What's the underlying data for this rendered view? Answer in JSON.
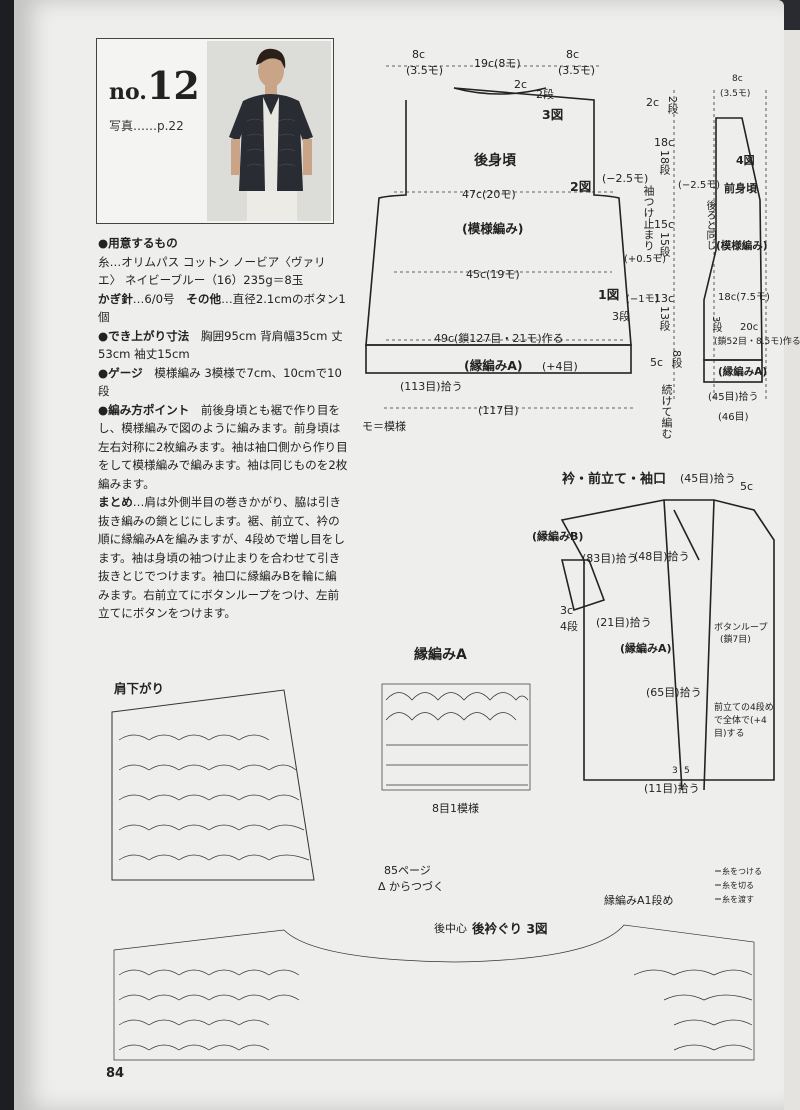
{
  "header": {
    "no_prefix": "no.",
    "no_number": "12",
    "photo_ref": "写真……p.22"
  },
  "materials": {
    "heading": "●用意するもの",
    "yarn": "糸…オリムパス コットン ノービア〈ヴァリエ〉 ネイビーブルー（16）235g＝8玉",
    "hook_label": "かぎ針",
    "hook_value": "…6/0号",
    "other_label": "その他",
    "other_value": "…直径2.1cmのボタン1個"
  },
  "size": {
    "heading": "●でき上がり寸法",
    "value": "胸囲95cm 背肩幅35cm 丈53cm 袖丈15cm"
  },
  "gauge": {
    "heading": "●ゲージ",
    "value": "模様編み 3模様で7cm、10cmで10段"
  },
  "points": {
    "heading": "●編み方ポイント",
    "value": "前後身頃とも裾で作り目をし、模様編みで図のように編みます。前身頃は左右対称に2枚編みます。袖は袖口側から作り目をして模様編みで編みます。袖は同じものを2枚編みます。",
    "matome_label": "まとめ",
    "matome_value": "…肩は外側半目の巻きかがり、脇は引き抜き編みの鎖とじにします。裾、前立て、衿の順に縁編みAを編みますが、4段めで増し目をします。袖は身頃の袖つけ止まりを合わせて引き抜きとじでつけます。袖口に縁編みBを輪に編みます。右前立てにボタンループをつけ、左前立てにボタンをつけます。"
  },
  "back": {
    "title": "後身頃",
    "shoulder_left": "8c",
    "shoulder_left_sub": "(3.5モ)",
    "neck": "19c(8モ)",
    "shoulder_right": "8c",
    "shoulder_right_sub": "(3.5モ)",
    "neck_depth": "2c",
    "neck_rows": "2段",
    "fig3": "3図",
    "fig2": "2図",
    "fig1": "1図",
    "width_top": "47c(20モ)",
    "pattern": "(模様編み)",
    "width_mid": "45c(19モ)",
    "bottom": "49c(鎖127目・21モ)作る",
    "border": "(縁編みA)",
    "border_inc": "(+4目)",
    "pick_113": "(113目)拾う",
    "total_117": "(117目)",
    "legend": "モ＝模様",
    "dec_25": "(−2.5モ)",
    "sleeve_stop": "袖つけ止まり",
    "inc_05": "(+0.5モ)",
    "dec_1": "(−1モ)",
    "rows_3": "3段"
  },
  "side": {
    "h18": "18c",
    "r18": "18段",
    "h15": "15c",
    "r15": "15段",
    "h13": "13c",
    "r13": "13段",
    "h5": "5c",
    "r8": "8段",
    "r2": "2段",
    "cont": "続けて編む",
    "c2": "2c"
  },
  "front": {
    "title": "前身頃",
    "fig4": "4図",
    "pattern": "(模様編み)",
    "top": "8c",
    "top_sub": "(3.5モ)",
    "w18": "18c(7.5モ)",
    "w20": "20c",
    "w20_sub": "(鎖52目・8.5モ)作る",
    "border": "(縁編みA)",
    "pick45": "(45目)拾う",
    "t46": "(46目)",
    "sym": "後ろと同じ",
    "dec25": "(−2.5モ)",
    "rows3": "3段"
  },
  "collar": {
    "title": "衿・前立て・袖口",
    "pick45": "(45目)拾う",
    "c5": "5c",
    "borderB": "(縁編みB)",
    "pick83": "(83目)拾う",
    "pick48": "(48目)拾う",
    "c3": "3c",
    "r4": "4段",
    "pick21": "(21目)拾う",
    "borderA": "(縁編みA)",
    "loop": "ボタンループ",
    "loop_sub": "(鎖7目)",
    "pick65": "(65目)拾う",
    "inc_note": "前立ての4段めで全体で(+4目)する",
    "pick11": "(11目)拾う",
    "d3": "3",
    "d5": "5"
  },
  "charts": {
    "shoulder": "肩下がり",
    "border_a": "縁編みA",
    "repeat": "8目1模様",
    "continue": "85ページ",
    "continue2": "Δ からつづく",
    "back_center": "後中心",
    "neckline": "後衿ぐり 3図",
    "border_a1": "縁編みA1段め",
    "key1": "＝糸をつける",
    "key2": "＝糸を切る",
    "key3": "＝糸を渡す"
  },
  "page_number": "84"
}
